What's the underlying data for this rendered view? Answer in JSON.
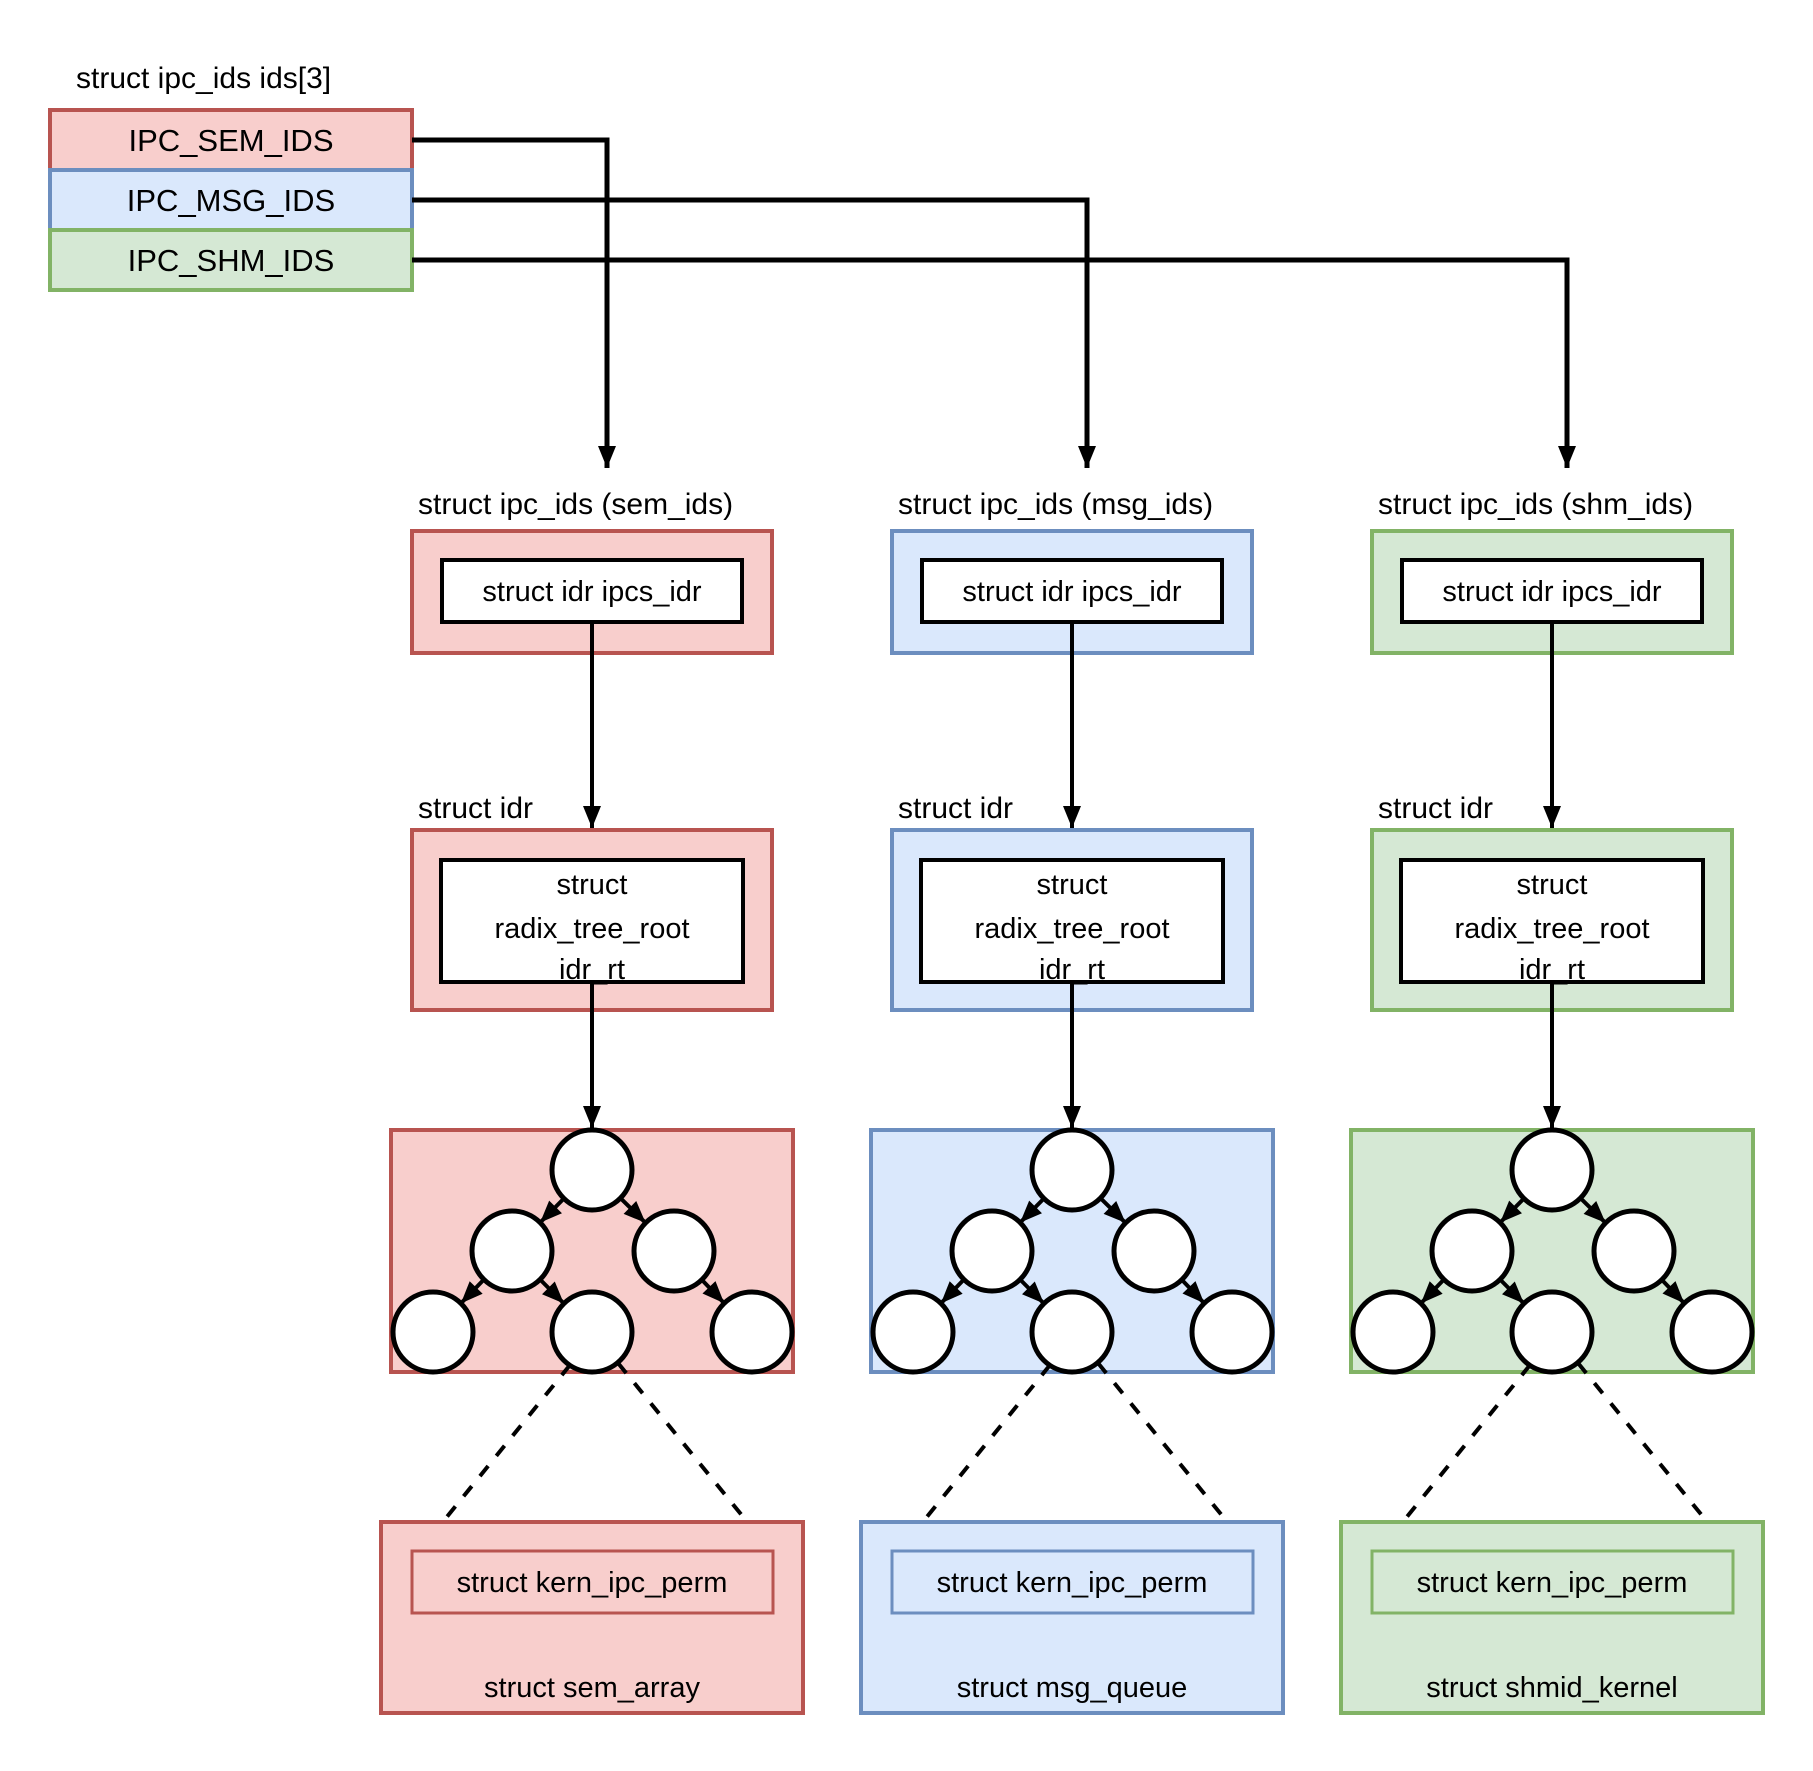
{
  "colors": {
    "background": "#ffffff",
    "line": "#000000",
    "node_fill": "#ffffff",
    "sem": {
      "fill": "#F8CECC",
      "stroke": "#B85450"
    },
    "msg": {
      "fill": "#DAE8FC",
      "stroke": "#6C8EBF"
    },
    "shm": {
      "fill": "#D5E8D4",
      "stroke": "#82B366"
    }
  },
  "root_array": {
    "title": "struct ipc_ids ids[3]",
    "rows": [
      {
        "label": "IPC_SEM_IDS"
      },
      {
        "label": "IPC_MSG_IDS"
      },
      {
        "label": "IPC_SHM_IDS"
      }
    ]
  },
  "columns": [
    {
      "header": "struct ipc_ids (sem_ids)",
      "ipcs_idr_label": "struct idr ipcs_idr",
      "idr_label": "struct idr",
      "radix_lines": [
        "struct",
        "radix_tree_root",
        "idr_rt"
      ],
      "kern_label": "struct kern_ipc_perm",
      "owner_label": "struct sem_array"
    },
    {
      "header": "struct ipc_ids (msg_ids)",
      "ipcs_idr_label": "struct idr ipcs_idr",
      "idr_label": "struct idr",
      "radix_lines": [
        "struct",
        "radix_tree_root",
        "idr_rt"
      ],
      "kern_label": "struct kern_ipc_perm",
      "owner_label": "struct msg_queue"
    },
    {
      "header": "struct ipc_ids (shm_ids)",
      "ipcs_idr_label": "struct idr ipcs_idr",
      "idr_label": "struct idr",
      "radix_lines": [
        "struct",
        "radix_tree_root",
        "idr_rt"
      ],
      "kern_label": "struct kern_ipc_perm",
      "owner_label": "struct shmid_kernel"
    }
  ]
}
